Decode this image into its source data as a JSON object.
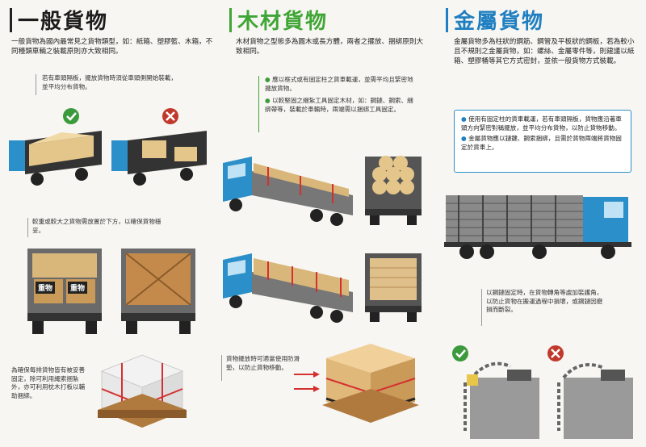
{
  "general": {
    "title": "一般貨物",
    "intro": "一般貨物為國內最常見之貨物類型，如：紙箱、塑膠籃、木箱，不同種類車輛之裝載原則亦大致相同。",
    "note1": "若有車頭隔板，擺放貨物時須從車頭側開始裝載，並平均分布貨物。",
    "note2": "較重或較大之貨物需放置於下方，以確保貨物穩妥。",
    "heavy_label": "重物",
    "note3": "為確保每排貨物皆有被妥善固定，除可利用繩索捆紮外，亦可利用枕木打板以輔助捆綁。",
    "color": "#1c1c1c"
  },
  "wood": {
    "title": "木材貨物",
    "intro": "木材貨物之型態多為圓木或長方體，兩者之擺放、捆綁原則大致相同。",
    "bullet1": "應以框式或有固定柱之貨車載運，並需平均且緊密地擺放貨物。",
    "bullet2": "以較堅固之綑紮工具固定木材，如：鋼鏈、鋼索、綑綁帶等，裝載於車輛時，兩端需以捆綁工具固定。",
    "note": "貨物擺放時可適當使用防滑墊，以防止貨物移動。",
    "color": "#3fa535"
  },
  "metal": {
    "title": "金屬貨物",
    "intro": "金屬貨物多為柱狀的鋼筋、鋼管及平板狀的鋼板，若為較小且不規則之金屬貨物，如：螺絲、金屬零件等，則建議以紙箱、塑膠桶等其它方式密封，並依一般貨物方式裝載。",
    "bullet1": "使用有固定柱的貨車載運，若有車頭隔板，貨物應沿著車頭方向緊密對稱擺放，並平均分布貨物，以防止貨物移動。",
    "bullet2": "金屬貨物應以鏈鍵、鋼索捆綁，且需於貨物兩端將貨物固定於貨車上。",
    "note": "以鋼鏈固定時，在貨物轉角等處加裝護角，以防止貨物在搬運過程中損壞，或鋼鏈因磨損而斷裂。",
    "color": "#1f7fc0"
  },
  "icons": [
    "check-icon",
    "cross-icon"
  ]
}
